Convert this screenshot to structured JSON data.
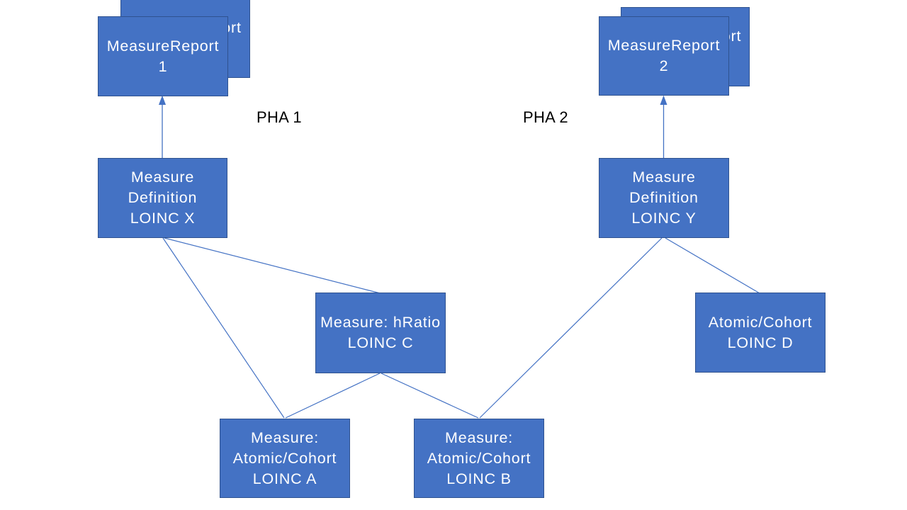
{
  "diagram": {
    "background": "#FFFFFF",
    "colors": {
      "node_fill": "#4472C4",
      "node_border": "#2F528F",
      "node_text": "#FFFFFF",
      "connector": "#4472C4",
      "label_text": "#000000"
    },
    "labels": {
      "pha1": "PHA 1",
      "pha2": "PHA 2"
    },
    "nodes": {
      "report1_back": {
        "lines": [
          "MeasureReport",
          ""
        ]
      },
      "report1": {
        "lines": [
          "MeasureReport",
          "1"
        ]
      },
      "report2_back": {
        "lines": [
          "MeasureReport",
          ""
        ]
      },
      "report2": {
        "lines": [
          "MeasureReport",
          "2"
        ]
      },
      "def_x": {
        "lines": [
          "Measure",
          "Definition",
          "LOINC X"
        ]
      },
      "def_y": {
        "lines": [
          "Measure",
          "Definition",
          "LOINC Y"
        ]
      },
      "hratio_c": {
        "lines": [
          "Measure: hRatio",
          "LOINC C"
        ]
      },
      "atomic_d": {
        "lines": [
          "Atomic/Cohort",
          "LOINC D"
        ]
      },
      "atomic_a": {
        "lines": [
          "Measure:",
          "Atomic/Cohort",
          "LOINC A"
        ]
      },
      "atomic_b": {
        "lines": [
          "Measure:",
          "Atomic/Cohort",
          "LOINC B"
        ]
      }
    },
    "edges": [
      {
        "from": "measure-definition-loinc-x",
        "to": "measure-report-1",
        "style": "arrow"
      },
      {
        "from": "measure-definition-loinc-y",
        "to": "measure-report-2",
        "style": "arrow"
      },
      {
        "from": "measure-definition-loinc-x",
        "to": "measure-hratio-loinc-c",
        "style": "line"
      },
      {
        "from": "measure-definition-loinc-x",
        "to": "measure-atomic-cohort-loinc-a",
        "style": "line"
      },
      {
        "from": "measure-hratio-loinc-c",
        "to": "measure-atomic-cohort-loinc-a",
        "style": "line"
      },
      {
        "from": "measure-hratio-loinc-c",
        "to": "measure-atomic-cohort-loinc-b",
        "style": "line"
      },
      {
        "from": "measure-definition-loinc-y",
        "to": "measure-atomic-cohort-loinc-b",
        "style": "line"
      },
      {
        "from": "measure-definition-loinc-y",
        "to": "atomic-cohort-loinc-d",
        "style": "line"
      }
    ]
  }
}
